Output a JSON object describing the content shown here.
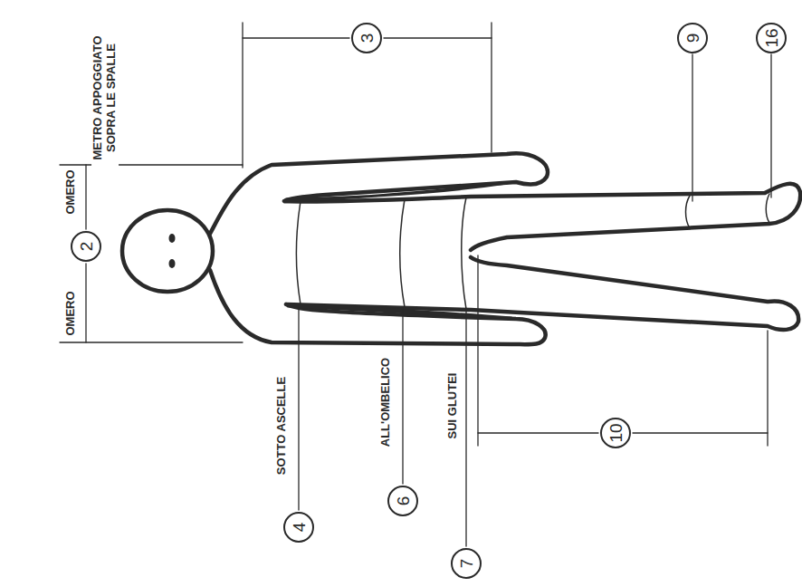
{
  "diagram": {
    "nodes": [
      {
        "text": [
          "3"
        ]
      },
      {
        "text": [
          "9"
        ]
      },
      {
        "text": [
          "16"
        ]
      },
      {
        "text": [
          "2"
        ]
      },
      {
        "text": [
          "4"
        ]
      },
      {
        "text": [
          "6"
        ]
      },
      {
        "text": [
          "7"
        ]
      },
      {
        "text": [
          "10"
        ]
      }
    ],
    "labels": [
      "METRO APPOGGIATO SOPRA LE SPALLE",
      "OMERO",
      "OMERO",
      "SOTTO ASCELLE",
      "ALL'OMBELICO",
      "SUI GLUTEI"
    ]
  }
}
